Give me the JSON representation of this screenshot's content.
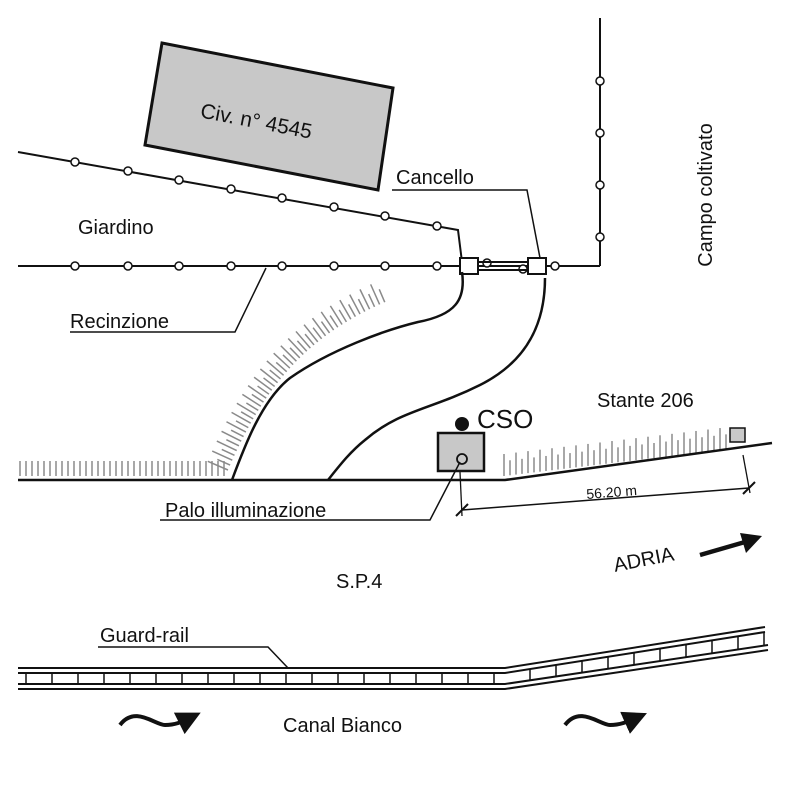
{
  "map": {
    "building": {
      "label": "Civ. n° 4545",
      "fill": "#c8c8c8"
    },
    "labels": {
      "giardino": "Giardino",
      "recinzione": "Recinzione",
      "cancello": "Cancello",
      "campo": "Campo coltivato",
      "stante": "Stante 206",
      "cso": "CSO",
      "palo": "Palo illuminazione",
      "distance": "56.20 m",
      "adria": "ADRIA",
      "sp4": "S.P.4",
      "guardrail": "Guard-rail",
      "canal": "Canal Bianco"
    },
    "colors": {
      "ink": "#111111",
      "hatch": "#8a8a8a",
      "box": "#c8c8c8"
    },
    "icons": [
      "flow-arrow-icon",
      "direction-arrow-icon"
    ]
  }
}
